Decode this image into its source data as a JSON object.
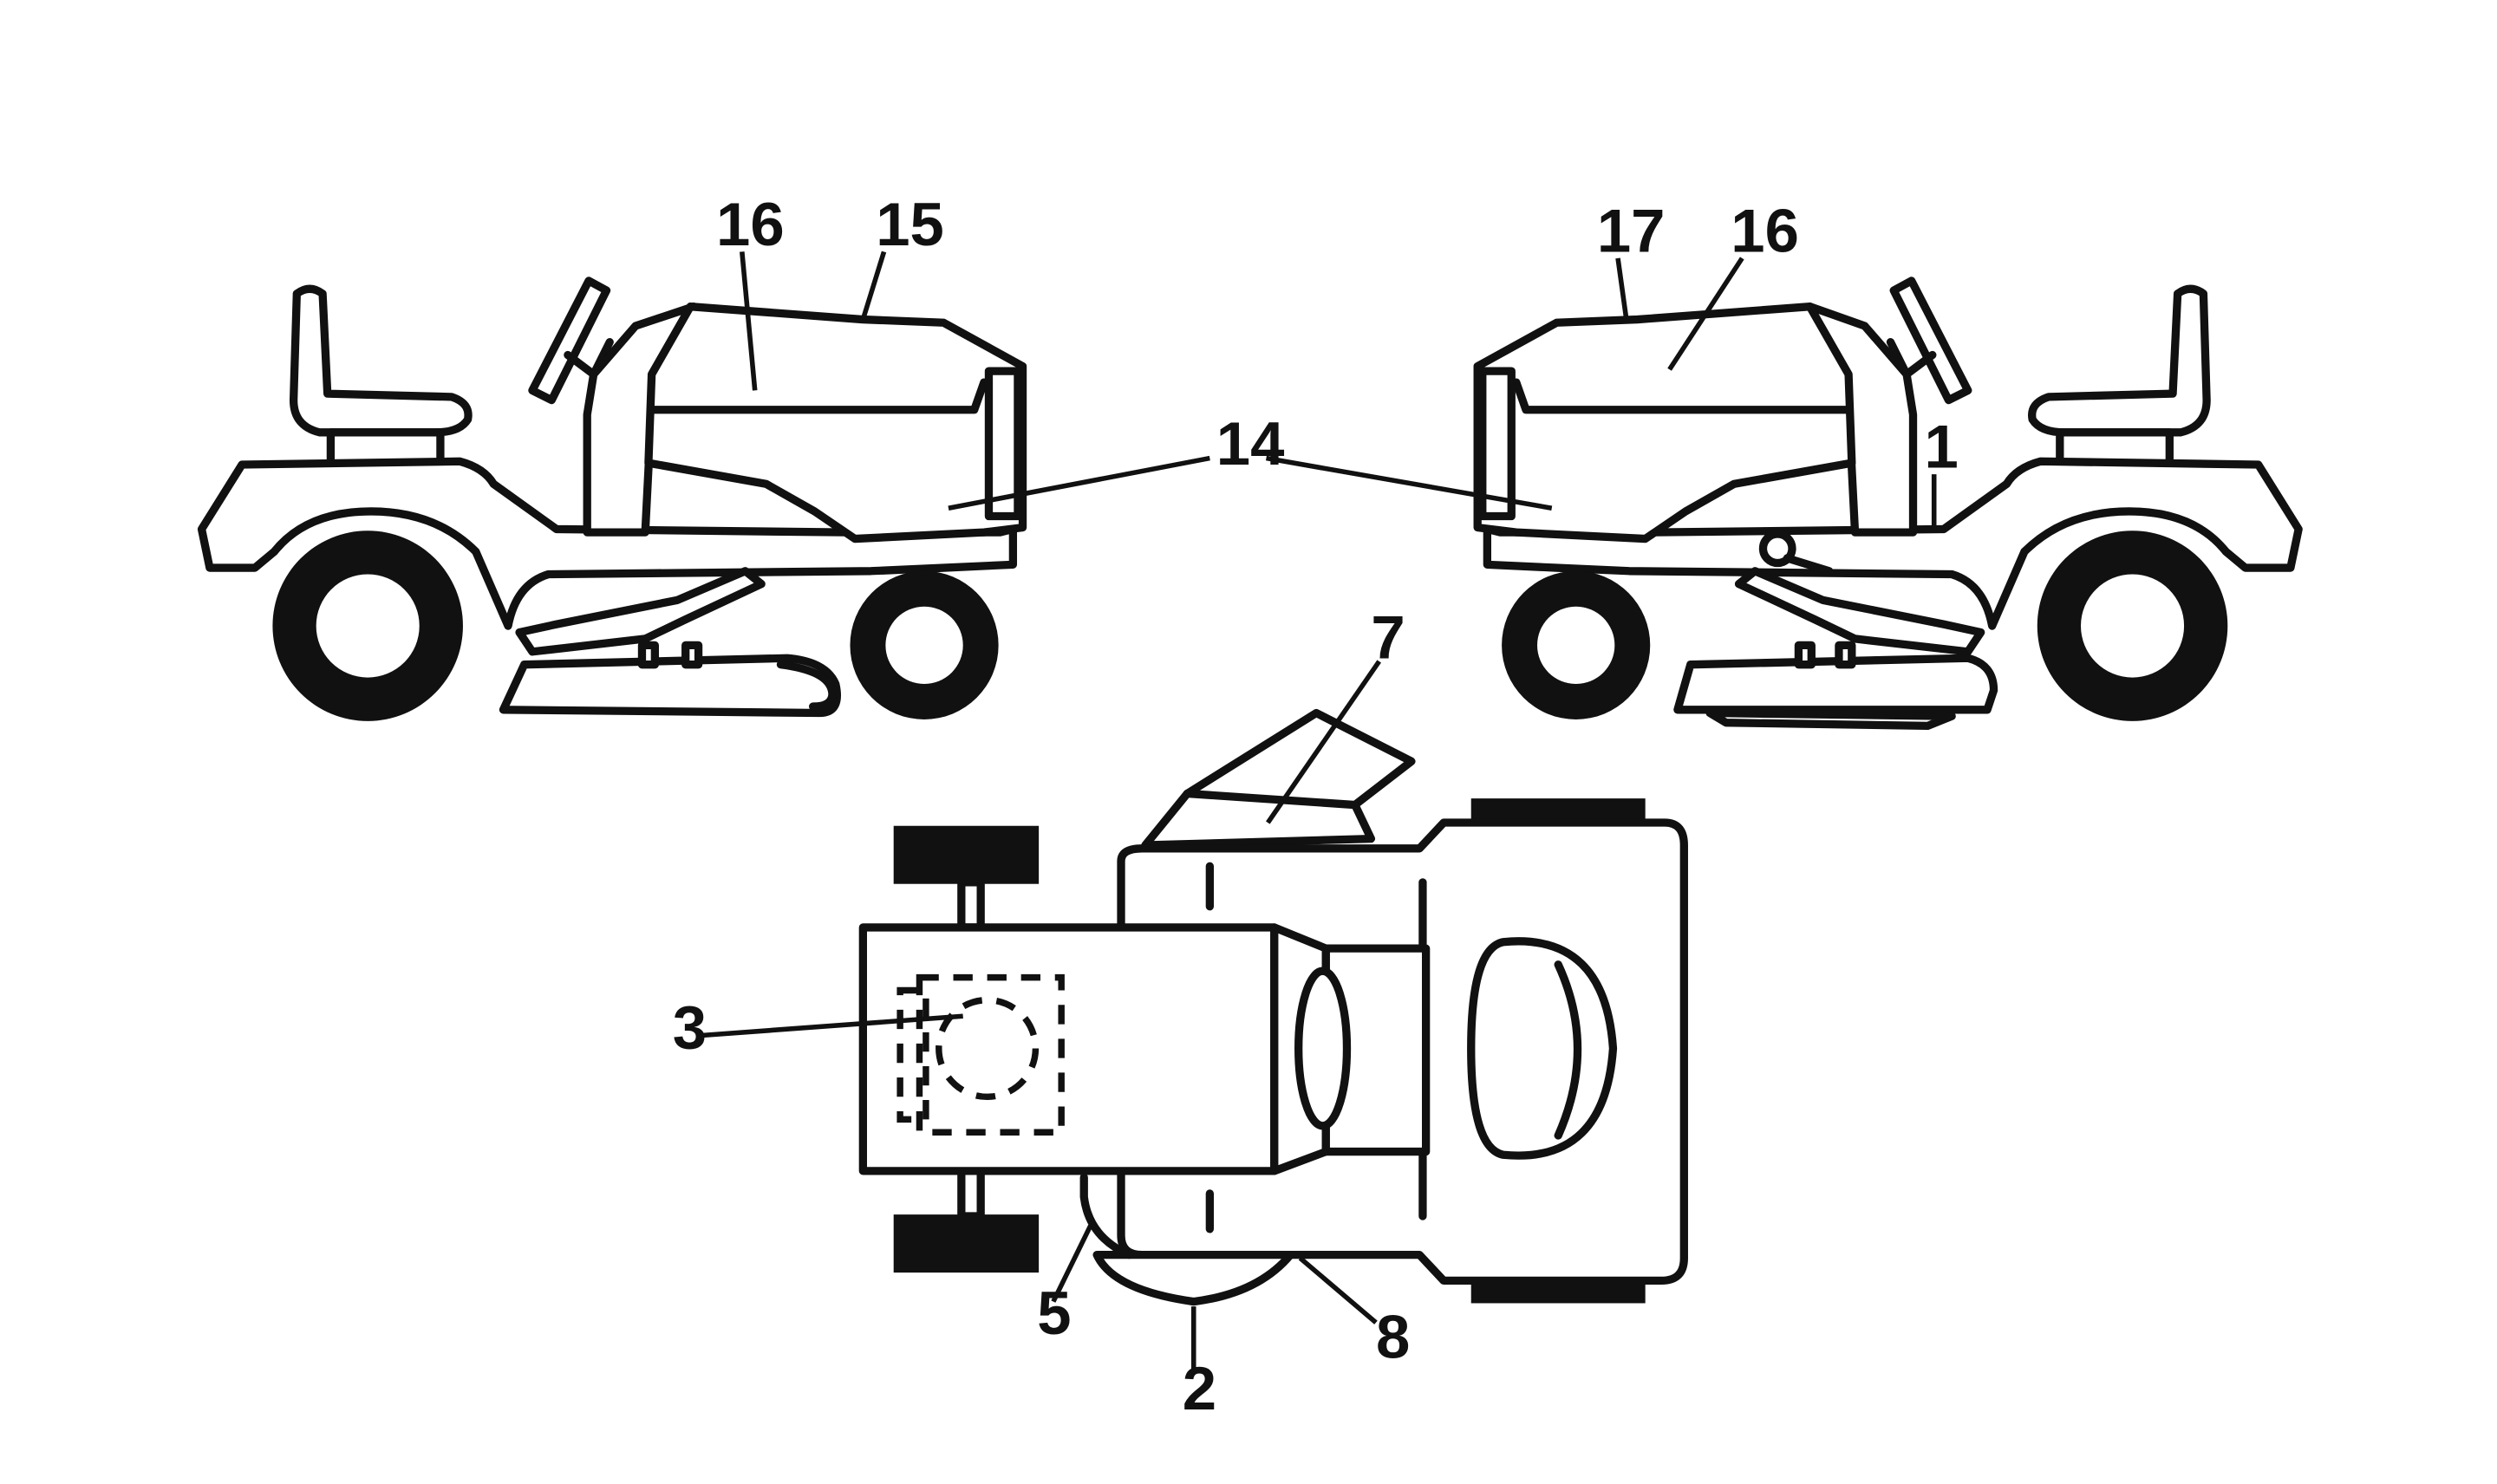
{
  "callouts": {
    "c1": "1",
    "c2": "2",
    "c3": "3",
    "c5": "5",
    "c7": "7",
    "c8": "8",
    "c14": "14",
    "c15": "15",
    "c16_left": "16",
    "c16_right": "16",
    "c17": "17"
  },
  "colors": {
    "line": "#111111",
    "background": "#ffffff"
  }
}
